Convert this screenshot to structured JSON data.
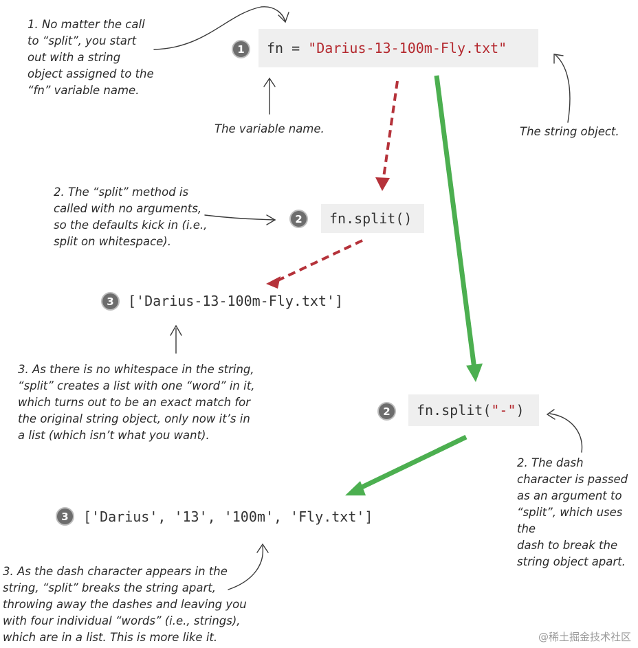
{
  "code": {
    "assign_var": "fn",
    "assign_eq": " = ",
    "assign_string": "\"Darius-13-100m-Fly.txt\"",
    "split_noargs": "fn.split()",
    "result_noargs": "['Darius-13-100m-Fly.txt']",
    "split_dash_call": "fn.split(",
    "split_dash_arg": "\"-\"",
    "split_dash_close": ")",
    "result_dash": "['Darius', '13', '100m', 'Fly.txt']"
  },
  "badges": {
    "one": "1",
    "two": "2",
    "three": "3"
  },
  "notes": {
    "n1": "1. No matter the call\nto “split”, you start\nout with a string\nobject assigned to the\n“fn” variable name.",
    "variable_name": "The variable name.",
    "string_object": "The string object.",
    "n2_left": "2. The “split” method is\ncalled with no arguments,\nso the defaults kick in (i.e.,\nsplit on whitespace).",
    "n3_left": "3. As there is no whitespace in the string,\n“split” creates a list with one “word” in it,\nwhich turns out to be an exact match for\nthe original string object, only now it’s in\na list (which isn’t what you want).",
    "n2_right": "2. The dash\ncharacter is passed\nas an argument to\n“split”, which uses the\ndash to break the\nstring object apart.",
    "n3_bottom": "3. As the dash character appears in the\nstring, “split” breaks the string apart,\nthrowing away the dashes and leaving you\nwith four individual “words” (i.e., strings),\nwhich are in a list. This is more like it."
  },
  "watermark": "@稀土掘金技术社区",
  "colors": {
    "string_red": "#b4282e",
    "dashed_arrow_red": "#b5323a",
    "solid_arrow_green": "#4caf50",
    "code_box_bg": "#efefef",
    "badge_gray": "#6d6d6d"
  }
}
